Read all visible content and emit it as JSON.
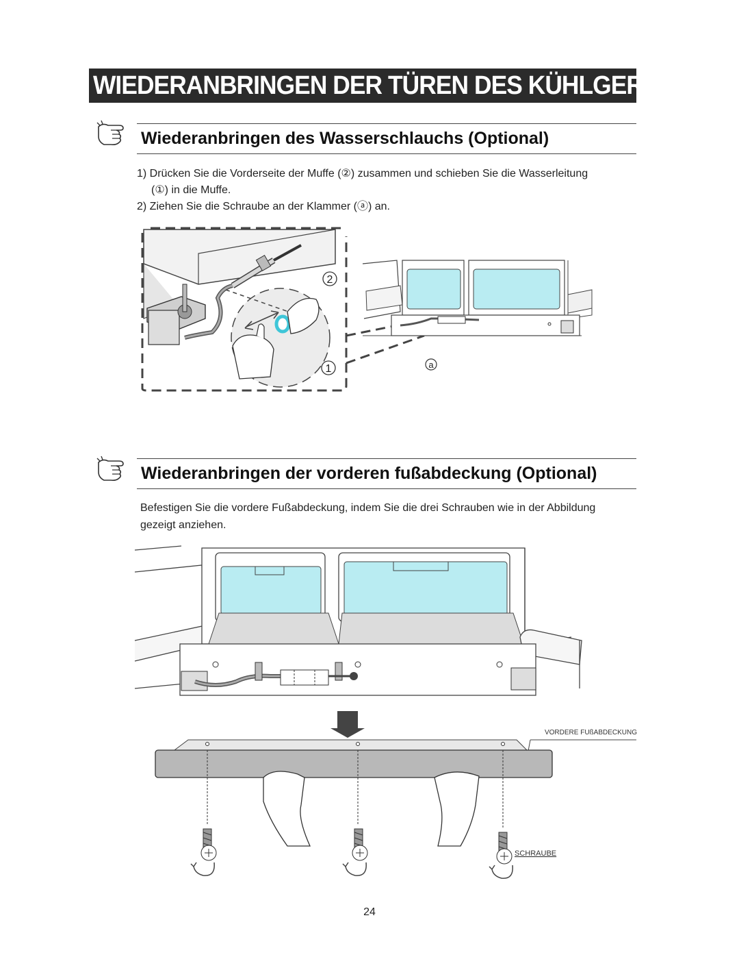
{
  "title": "WIEDERANBRINGEN DER TÜREN DES KÜHLGERÄTS",
  "section1": {
    "heading": "Wiederanbringen des Wasserschlauchs (Optional)",
    "step1_line1": "1) Drücken Sie die Vorderseite der Muffe (②) zusammen und schieben Sie die Wasserleitung",
    "step1_line2": "(①) in die  Muffe.",
    "step2": "2) Ziehen Sie die Schraube an der Klammer (ⓐ) an.",
    "callout_1": "1",
    "callout_2": "2",
    "callout_a": "a"
  },
  "section2": {
    "heading": "Wiederanbringen der vorderen fußabdeckung (Optional)",
    "body_line1": "Befestigen Sie die vordere Fußabdeckung, indem Sie die drei Schrauben wie in der Abbildung",
    "body_line2": "gezeigt anziehen.",
    "label_cover": "VORDERE FUßABDECKUNG",
    "label_screw": "SCHRAUBE"
  },
  "page_number": "24",
  "colors": {
    "title_bg": "#2b2b2b",
    "drawer_blue": "#b9ecf2",
    "cover_gray": "#b8b8b8",
    "highlight_cyan": "#3fc6d8"
  },
  "icons": {
    "section_marker": "pointing-hand-icon",
    "arrow_down": "arrow-down-icon",
    "rotate": "rotate-clockwise-icon"
  }
}
